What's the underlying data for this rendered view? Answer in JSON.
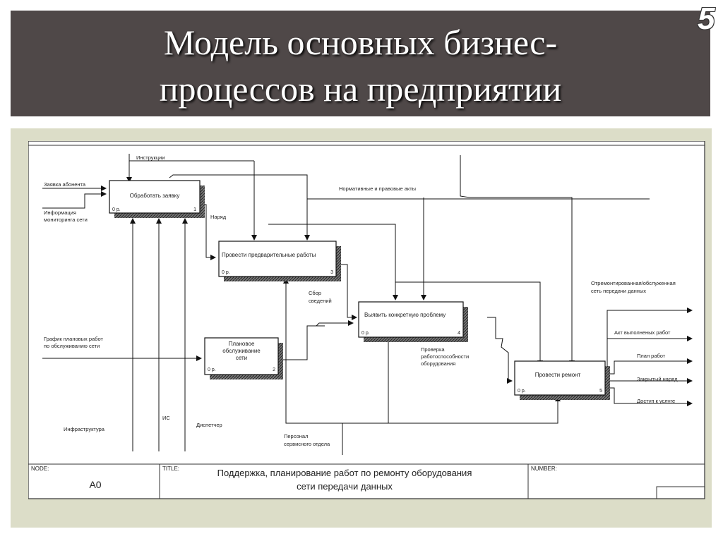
{
  "slide": {
    "title_line1": "Модель основных бизнес-",
    "title_line2": "процессов на предприятии",
    "number": "5"
  },
  "boxes": [
    {
      "label": "Обработать заявку",
      "cost": "0 р.",
      "num": "1"
    },
    {
      "label_lines": [
        "Плановое",
        "обслуживание",
        "сети"
      ],
      "cost": "0 р.",
      "num": "2"
    },
    {
      "label": "Провести предварительные работы",
      "cost": "0 р.",
      "num": "3"
    },
    {
      "label": "Выявить конкретную проблему",
      "cost": "0 р.",
      "num": "4"
    },
    {
      "label": "Провести ремонт",
      "cost": "0 р.",
      "num": "5"
    }
  ],
  "arrows": {
    "instructions": "Инструкции",
    "request": "Заявка абонента",
    "monitoring": [
      "Информация",
      "мониторинга сети"
    ],
    "acts": "Нормативные и правовые акты",
    "order": "Наряд",
    "schedule": [
      "График плановых работ",
      "по обслуживанию сети"
    ],
    "data_collection": [
      "Сбор",
      "сведений"
    ],
    "check": [
      "Проверка",
      "работоспособности",
      "оборудования"
    ],
    "infrastructure": "Инфраструктура",
    "is": "ИС",
    "dispatcher": "Диспетчер",
    "staff": [
      "Персонал",
      "сервисного отдела"
    ],
    "output_network": [
      "Отремонтированная/обслуженная",
      "сеть передачи данных"
    ],
    "output_act": "Акт выполненых работ",
    "output_plan": "План работ",
    "output_closed": "Закрытый наряд",
    "output_access": "Доступ к услуге"
  },
  "footer": {
    "node_label": "NODE:",
    "node_value": "A0",
    "title_label": "TITLE:",
    "title_line1": "Поддержка, планирование работ по ремонту оборудования",
    "title_line2": "сети передачи данных",
    "number_label": "NUMBER:"
  }
}
